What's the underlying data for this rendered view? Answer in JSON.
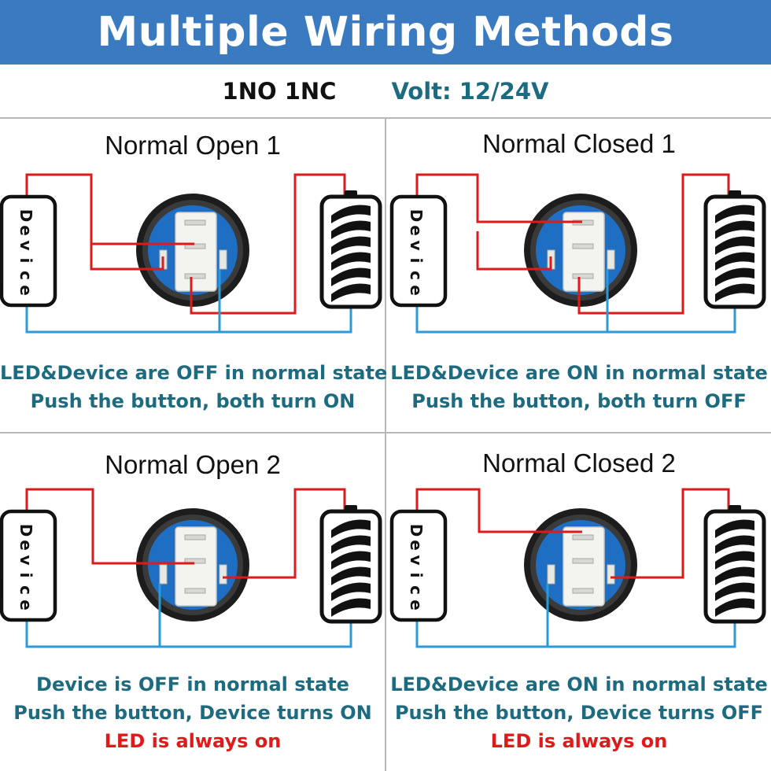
{
  "title": "Multiple Wiring Methods",
  "contacts": "1NO 1NC",
  "volt": "Volt: 12/24V",
  "colors": {
    "header_bg": "#3a7ac0",
    "desc_text": "#1c6b80",
    "wire_positive": "#e01a1a",
    "wire_negative": "#2a9ad8",
    "led_note": "#e01a1a",
    "switch_body": "#1e6fc4"
  },
  "icons": [
    "device-box",
    "push-button-switch",
    "battery-icon"
  ],
  "panels": [
    {
      "title": "Normal Open 1",
      "device_label": "Device",
      "lines": [
        "LED&Device are OFF in normal state",
        "Push the button, both turn ON"
      ],
      "led_note": ""
    },
    {
      "title": "Normal Closed 1",
      "device_label": "Device",
      "lines": [
        "LED&Device are ON in normal state",
        "Push the button, both turn OFF"
      ],
      "led_note": ""
    },
    {
      "title": "Normal Open 2",
      "device_label": "Device",
      "lines": [
        "Device is OFF in normal state",
        "Push the button, Device turns ON"
      ],
      "led_note": "LED is always on"
    },
    {
      "title": "Normal Closed 2",
      "device_label": "Device",
      "lines": [
        "LED&Device are ON in normal state",
        "Push the button, Device turns OFF"
      ],
      "led_note": "LED is always on"
    }
  ]
}
